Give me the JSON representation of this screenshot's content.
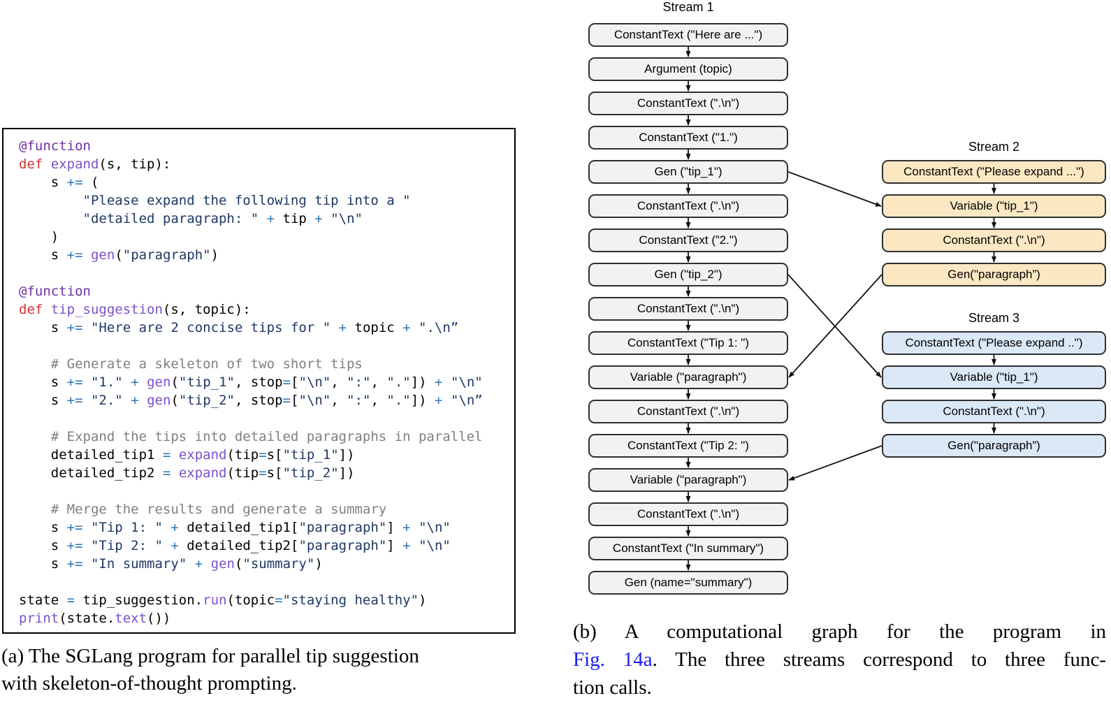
{
  "colors": {
    "code_decorator": "#7030A0",
    "code_keyword": "#D2342E",
    "code_function": "#7A52C8",
    "code_string": "#1F3864",
    "code_operator": "#2E75B6",
    "code_comment": "#7F7F7F",
    "stream1_fill": "#F2F2F2",
    "stream2_fill": "#FBE8C3",
    "stream3_fill": "#DBE8F6",
    "node_border": "#2F2F2F",
    "link_blue": "#1A1AFF"
  },
  "panel_a": {
    "caption_lines": [
      "(a) The SGLang program for parallel tip suggestion",
      "with skeleton-of-thought prompting."
    ],
    "code_lines": [
      [
        [
          "d",
          "@function"
        ]
      ],
      [
        [
          "k",
          "def "
        ],
        [
          "f",
          "expand"
        ],
        [
          "p",
          "(s, tip):"
        ]
      ],
      [
        [
          "p",
          "    s "
        ],
        [
          "o",
          "+="
        ],
        [
          "p",
          " ("
        ]
      ],
      [
        [
          "p",
          "        "
        ],
        [
          "s",
          "\"Please expand the following tip into a \""
        ]
      ],
      [
        [
          "p",
          "        "
        ],
        [
          "s",
          "\"detailed paragraph: \""
        ],
        [
          "p",
          " "
        ],
        [
          "o",
          "+"
        ],
        [
          "p",
          " tip "
        ],
        [
          "o",
          "+"
        ],
        [
          "p",
          " "
        ],
        [
          "s",
          "\"\\n\""
        ]
      ],
      [
        [
          "p",
          "    )"
        ]
      ],
      [
        [
          "p",
          "    s "
        ],
        [
          "o",
          "+="
        ],
        [
          "p",
          " "
        ],
        [
          "f",
          "gen"
        ],
        [
          "p",
          "("
        ],
        [
          "s",
          "\"paragraph\""
        ],
        [
          "p",
          ")"
        ]
      ],
      [],
      [
        [
          "d",
          "@function"
        ]
      ],
      [
        [
          "k",
          "def "
        ],
        [
          "f",
          "tip_suggestion"
        ],
        [
          "p",
          "(s, topic):"
        ]
      ],
      [
        [
          "p",
          "    s "
        ],
        [
          "o",
          "+="
        ],
        [
          "p",
          " "
        ],
        [
          "s",
          "\"Here are 2 concise tips for \""
        ],
        [
          "p",
          " "
        ],
        [
          "o",
          "+"
        ],
        [
          "p",
          " topic "
        ],
        [
          "o",
          "+"
        ],
        [
          "p",
          " "
        ],
        [
          "s",
          "\".\\n”"
        ]
      ],
      [],
      [
        [
          "c",
          "    # Generate a skeleton of two short tips"
        ]
      ],
      [
        [
          "p",
          "    s "
        ],
        [
          "o",
          "+="
        ],
        [
          "p",
          " "
        ],
        [
          "s",
          "\"1.\""
        ],
        [
          "p",
          " "
        ],
        [
          "o",
          "+"
        ],
        [
          "p",
          " "
        ],
        [
          "f",
          "gen"
        ],
        [
          "p",
          "("
        ],
        [
          "s",
          "\"tip_1\""
        ],
        [
          "p",
          ", stop"
        ],
        [
          "o",
          "="
        ],
        [
          "p",
          "["
        ],
        [
          "s",
          "\"\\n\""
        ],
        [
          "p",
          ", "
        ],
        [
          "s",
          "\":\""
        ],
        [
          "p",
          ", "
        ],
        [
          "s",
          "\".\""
        ],
        [
          "p",
          "]) "
        ],
        [
          "o",
          "+"
        ],
        [
          "p",
          " "
        ],
        [
          "s",
          "\"\\n\""
        ]
      ],
      [
        [
          "p",
          "    s "
        ],
        [
          "o",
          "+="
        ],
        [
          "p",
          " "
        ],
        [
          "s",
          "\"2.\""
        ],
        [
          "p",
          " "
        ],
        [
          "o",
          "+"
        ],
        [
          "p",
          " "
        ],
        [
          "f",
          "gen"
        ],
        [
          "p",
          "("
        ],
        [
          "s",
          "\"tip_2\""
        ],
        [
          "p",
          ", stop"
        ],
        [
          "o",
          "="
        ],
        [
          "p",
          "["
        ],
        [
          "s",
          "\"\\n\""
        ],
        [
          "p",
          ", "
        ],
        [
          "s",
          "\":\""
        ],
        [
          "p",
          ", "
        ],
        [
          "s",
          "\".\""
        ],
        [
          "p",
          "]) "
        ],
        [
          "o",
          "+"
        ],
        [
          "p",
          " "
        ],
        [
          "s",
          "\"\\n”"
        ]
      ],
      [],
      [
        [
          "c",
          "    # Expand the tips into detailed paragraphs in parallel"
        ]
      ],
      [
        [
          "p",
          "    detailed_tip1 "
        ],
        [
          "o",
          "="
        ],
        [
          "p",
          " "
        ],
        [
          "f",
          "expand"
        ],
        [
          "p",
          "(tip"
        ],
        [
          "o",
          "="
        ],
        [
          "p",
          "s["
        ],
        [
          "s",
          "\"tip_1\""
        ],
        [
          "p",
          "])"
        ]
      ],
      [
        [
          "p",
          "    detailed_tip2 "
        ],
        [
          "o",
          "="
        ],
        [
          "p",
          " "
        ],
        [
          "f",
          "expand"
        ],
        [
          "p",
          "(tip"
        ],
        [
          "o",
          "="
        ],
        [
          "p",
          "s["
        ],
        [
          "s",
          "\"tip_2\""
        ],
        [
          "p",
          "])"
        ]
      ],
      [],
      [
        [
          "c",
          "    # Merge the results and generate a summary"
        ]
      ],
      [
        [
          "p",
          "    s "
        ],
        [
          "o",
          "+="
        ],
        [
          "p",
          " "
        ],
        [
          "s",
          "\"Tip 1: \""
        ],
        [
          "p",
          " "
        ],
        [
          "o",
          "+"
        ],
        [
          "p",
          " detailed_tip1["
        ],
        [
          "s",
          "\"paragraph\""
        ],
        [
          "p",
          "] "
        ],
        [
          "o",
          "+"
        ],
        [
          "p",
          " "
        ],
        [
          "s",
          "\"\\n\""
        ]
      ],
      [
        [
          "p",
          "    s "
        ],
        [
          "o",
          "+="
        ],
        [
          "p",
          " "
        ],
        [
          "s",
          "\"Tip 2: \""
        ],
        [
          "p",
          " "
        ],
        [
          "o",
          "+"
        ],
        [
          "p",
          " detailed_tip2["
        ],
        [
          "s",
          "\"paragraph\""
        ],
        [
          "p",
          "] "
        ],
        [
          "o",
          "+"
        ],
        [
          "p",
          " "
        ],
        [
          "s",
          "\"\\n\""
        ]
      ],
      [
        [
          "p",
          "    s "
        ],
        [
          "o",
          "+="
        ],
        [
          "p",
          " "
        ],
        [
          "s",
          "\"In summary\""
        ],
        [
          "p",
          " "
        ],
        [
          "o",
          "+"
        ],
        [
          "p",
          " "
        ],
        [
          "f",
          "gen"
        ],
        [
          "p",
          "("
        ],
        [
          "s",
          "\"summary\""
        ],
        [
          "p",
          ")"
        ]
      ],
      [],
      [
        [
          "p",
          "state "
        ],
        [
          "o",
          "="
        ],
        [
          "p",
          " tip_suggestion."
        ],
        [
          "f",
          "run"
        ],
        [
          "p",
          "(topic"
        ],
        [
          "o",
          "="
        ],
        [
          "s",
          "\"staying healthy\""
        ],
        [
          "p",
          ")"
        ]
      ],
      [
        [
          "f",
          "print"
        ],
        [
          "p",
          "(state."
        ],
        [
          "f",
          "text"
        ],
        [
          "p",
          "())"
        ]
      ]
    ]
  },
  "panel_b": {
    "streams": [
      {
        "label": "Stream 1",
        "fill": "#F2F2F2",
        "nodes": [
          {
            "row": 0,
            "text": "ConstantText (\"Here are ...\")"
          },
          {
            "row": 1,
            "text": "Argument (topic)"
          },
          {
            "row": 2,
            "text": "ConstantText (\".\\n\")"
          },
          {
            "row": 3,
            "text": "ConstantText (\"1.\")"
          },
          {
            "row": 4,
            "text": "Gen (\"tip_1\")"
          },
          {
            "row": 5,
            "text": "ConstantText (\".\\n\")"
          },
          {
            "row": 6,
            "text": "ConstantText (”2.\")"
          },
          {
            "row": 7,
            "text": "Gen (\"tip_2\")"
          },
          {
            "row": 8,
            "text": "ConstantText (\".\\n\")"
          },
          {
            "row": 9,
            "text": "ConstantText (\"Tip 1: \")"
          },
          {
            "row": 10,
            "text": "Variable (\"paragraph\")"
          },
          {
            "row": 11,
            "text": "ConstantText (\".\\n\")"
          },
          {
            "row": 12,
            "text": "ConstantText (\"Tip 2: \")"
          },
          {
            "row": 13,
            "text": "Variable (\"paragraph\")"
          },
          {
            "row": 14,
            "text": "ConstantText (\".\\n\")"
          },
          {
            "row": 15,
            "text": "ConstantText (\"In summary\")"
          },
          {
            "row": 16,
            "text": "Gen (name=\"summary\")"
          }
        ]
      },
      {
        "label": "Stream 2",
        "fill": "#FBE8C3",
        "nodes": [
          {
            "row": 4,
            "text": "ConstantText (\"Please expand ...\")"
          },
          {
            "row": 5,
            "text": "Variable (\"tip_1\")"
          },
          {
            "row": 6,
            "text": "ConstantText (\".\\n\")"
          },
          {
            "row": 7,
            "text": "Gen(\"paragraph”)"
          }
        ]
      },
      {
        "label": "Stream 3",
        "fill": "#DBE8F6",
        "nodes": [
          {
            "row": 9,
            "text": "ConstantText (\"Please expand ..\")"
          },
          {
            "row": 10,
            "text": "Variable (\"tip_1\")"
          },
          {
            "row": 11,
            "text": "ConstantText (\".\\n\")"
          },
          {
            "row": 12,
            "text": "Gen(\"paragraph”)"
          }
        ]
      }
    ],
    "cross_edges": [
      {
        "from": [
          0,
          4,
          "r"
        ],
        "to": [
          1,
          5,
          "l"
        ]
      },
      {
        "from": [
          0,
          7,
          "r"
        ],
        "to": [
          2,
          10,
          "l"
        ]
      },
      {
        "from": [
          1,
          7,
          "l"
        ],
        "to": [
          0,
          10,
          "r"
        ]
      },
      {
        "from": [
          2,
          12,
          "l"
        ],
        "to": [
          0,
          13,
          "r"
        ]
      }
    ],
    "caption": {
      "lines": [
        [
          {
            "t": "(b) A computational graph for the program in"
          }
        ],
        [
          {
            "t": "Fig. 14a",
            "link": true
          },
          {
            "t": ". The three streams correspond to three func-"
          }
        ],
        [
          {
            "t": "tion calls."
          }
        ]
      ]
    }
  }
}
